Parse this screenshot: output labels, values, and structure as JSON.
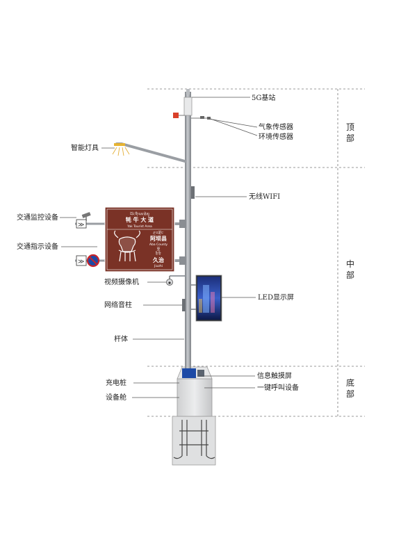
{
  "labels": {
    "base_station": "5G基站",
    "weather_sensor": "气象传感器",
    "env_sensor": "环境传感器",
    "smart_lamp": "智能灯具",
    "wifi": "无线WIFI",
    "traffic_monitor": "交通监控设备",
    "traffic_sign": "交通指示设备",
    "camera": "视频摄像机",
    "speaker": "网络音柱",
    "led_screen": "LED显示屏",
    "pole_body": "杆体",
    "touch_screen": "信息触摸屏",
    "sos": "一键呼叫设备",
    "charger": "充电桩",
    "cabinet": "设备舱"
  },
  "sections": {
    "top": [
      "顶",
      "部"
    ],
    "middle": [
      "中",
      "部"
    ],
    "bottom": [
      "底",
      "部"
    ]
  },
  "sign": {
    "tibetan_top": "ཡོང་གི་ལམ་ཆེན།",
    "title_cn": "牦 牛 大 道",
    "title_en": "Yak  Tourist  Area",
    "tibetan_mid": "རྔ་བ་རྫོང་",
    "county_cn": "阿坝县",
    "county_en": "Aba County",
    "sep": "至",
    "tibetan_low": "ཅི་ཅི་",
    "dest_cn": "久治",
    "dest_en": "Jiuzhi"
  },
  "colors": {
    "sign_bg": "#7a3226",
    "pole": "#9a9ea3",
    "pole_dark": "#6c7075",
    "guide": "#555555",
    "led_blue": "#1c3f9a"
  }
}
